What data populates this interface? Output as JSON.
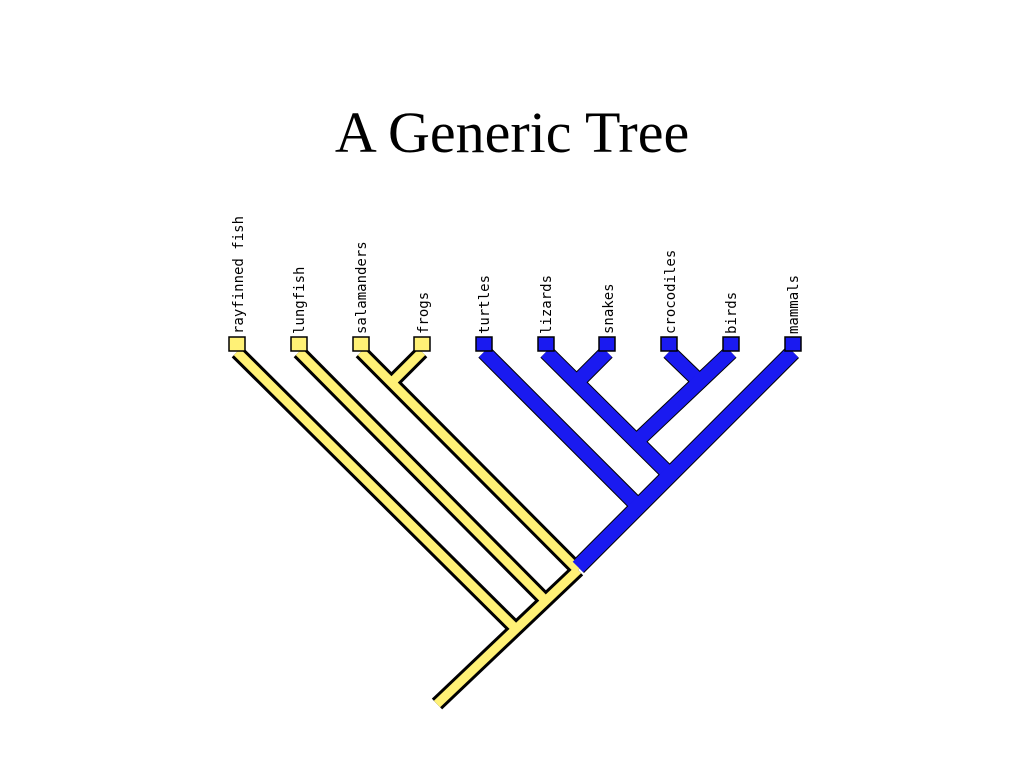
{
  "slide": {
    "title": "A Generic Tree"
  },
  "colors": {
    "basal_clade": "#fff176",
    "amniote_clade": "#1a1af0",
    "outline": "#000000"
  },
  "tree": {
    "taxa": [
      {
        "id": "rayfinned-fish",
        "label": "rayfinned fish",
        "clade": "basal"
      },
      {
        "id": "lungfish",
        "label": "lungfish",
        "clade": "basal"
      },
      {
        "id": "salamanders",
        "label": "salamanders",
        "clade": "basal"
      },
      {
        "id": "frogs",
        "label": "frogs",
        "clade": "basal"
      },
      {
        "id": "turtles",
        "label": "turtles",
        "clade": "amniote"
      },
      {
        "id": "lizards",
        "label": "lizards",
        "clade": "amniote"
      },
      {
        "id": "snakes",
        "label": "snakes",
        "clade": "amniote"
      },
      {
        "id": "crocodiles",
        "label": "crocodiles",
        "clade": "amniote"
      },
      {
        "id": "birds",
        "label": "birds",
        "clade": "amniote"
      },
      {
        "id": "mammals",
        "label": "mammals",
        "clade": "amniote"
      }
    ]
  }
}
